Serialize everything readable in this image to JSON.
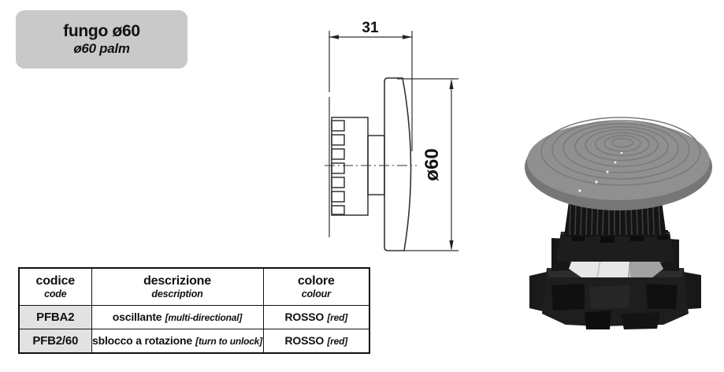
{
  "colors": {
    "badge_bg": "#c9c9c9",
    "table_code_cell_bg": "#e2e2e2",
    "drawing_line": "#333333",
    "text": "#111111",
    "button_cap_gray": "#8e8e8e"
  },
  "badge": {
    "title": "fungo ø60",
    "subtitle": "ø60 palm"
  },
  "drawing": {
    "width_dim": "31",
    "diameter_dim": "ø60"
  },
  "table": {
    "headers": [
      {
        "label": "codice",
        "sublabel": "code"
      },
      {
        "label": "descrizione",
        "sublabel": "description"
      },
      {
        "label": "colore",
        "sublabel": "colour"
      }
    ],
    "rows": [
      {
        "code": "PFBA2",
        "description": "oscillante",
        "description_note": "[multi-directional]",
        "colour": "ROSSO",
        "colour_note": "[red]"
      },
      {
        "code": "PFB2/60",
        "description": "sblocco a rotazione",
        "description_note": "[turn to unlock]",
        "colour": "ROSSO",
        "colour_note": "[red]"
      }
    ]
  }
}
